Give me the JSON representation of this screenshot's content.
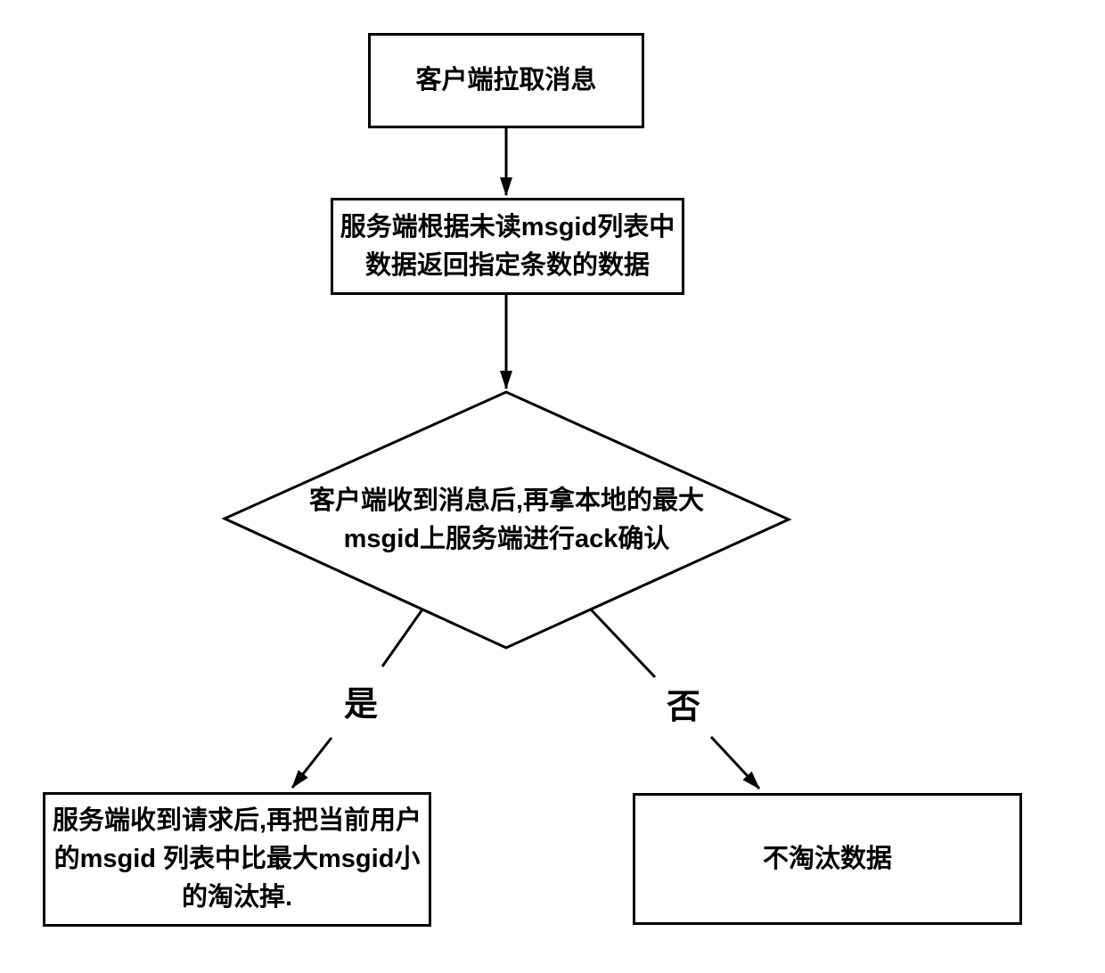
{
  "flowchart": {
    "background_color": "#ffffff",
    "line_color": "#000000",
    "text_color": "#000000",
    "nodes": {
      "start": {
        "shape": "rect",
        "text": "客户端拉取消息"
      },
      "server_response": {
        "shape": "rect",
        "text": "服务端根据未读msgid列表中\n数据返回指定条数的数据"
      },
      "decision": {
        "shape": "diamond",
        "text": "客户端收到消息后,再拿本地的最大\nmsgid上服务端进行ack确认"
      },
      "evict": {
        "shape": "rect",
        "text": "服务端收到请求后,再把当前用户\n的msgid 列表中比最大msgid小\n的淘汰掉."
      },
      "keep": {
        "shape": "rect",
        "text": "不淘汰数据"
      }
    },
    "branch_labels": {
      "yes": "是",
      "no": "否"
    }
  }
}
